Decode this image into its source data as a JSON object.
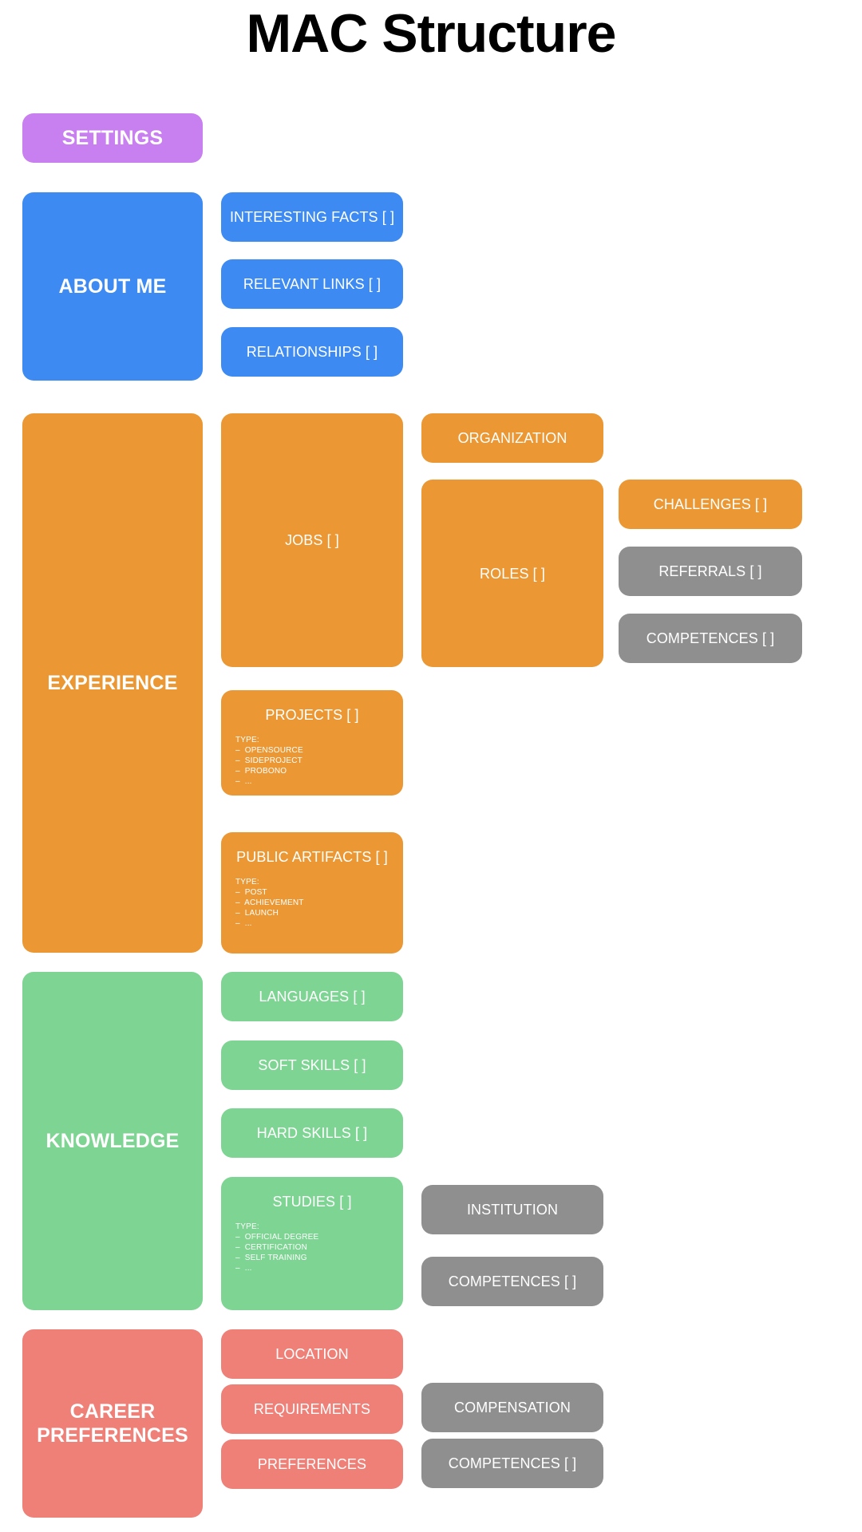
{
  "page": {
    "title": "MAC Structure"
  },
  "colors": {
    "settings": "#c87ff0",
    "about_me": "#3d8bf2",
    "experience": "#eb9834",
    "knowledge": "#7ed493",
    "career_preferences": "#ef8078",
    "secondary": "#8f8f8f",
    "background": "#ffffff",
    "title_text": "#000000",
    "box_text": "#ffffff"
  },
  "sections": {
    "settings": {
      "label": "SETTINGS"
    },
    "about_me": {
      "label": "ABOUT ME",
      "children": [
        {
          "label": "INTERESTING FACTS [ ]"
        },
        {
          "label": "RELEVANT LINKS [ ]"
        },
        {
          "label": "RELATIONSHIPS [ ]"
        }
      ]
    },
    "experience": {
      "label": "EXPERIENCE",
      "jobs": {
        "label": "JOBS [ ]"
      },
      "organization": {
        "label": "ORGANIZATION"
      },
      "roles": {
        "label": "ROLES [ ]"
      },
      "challenges": {
        "label": "CHALLENGES [ ]"
      },
      "referrals": {
        "label": "REFERRALS [ ]"
      },
      "competences": {
        "label": "COMPETENCES [ ]"
      },
      "projects": {
        "label": "PROJECTS [ ]",
        "type_heading": "TYPE:",
        "types": [
          "–  OPENSOURCE",
          "–  SIDEPROJECT",
          "–  PROBONO",
          "–  ..."
        ]
      },
      "public_artifacts": {
        "label": "PUBLIC ARTIFACTS [ ]",
        "type_heading": "TYPE:",
        "types": [
          "–  POST",
          "–  ACHIEVEMENT",
          "–  LAUNCH",
          "–  ..."
        ]
      }
    },
    "knowledge": {
      "label": "KNOWLEDGE",
      "languages": {
        "label": "LANGUAGES [ ]"
      },
      "soft_skills": {
        "label": "SOFT SKILLS [ ]"
      },
      "hard_skills": {
        "label": "HARD SKILLS [ ]"
      },
      "studies": {
        "label": "STUDIES [ ]",
        "type_heading": "TYPE:",
        "types": [
          "–  OFFICIAL DEGREE",
          "–  CERTIFICATION",
          "–  SELF TRAINING",
          "–  ..."
        ]
      },
      "institution": {
        "label": "INSTITUTION"
      },
      "competences": {
        "label": "COMPETENCES [ ]"
      }
    },
    "career_preferences": {
      "label": "CAREER\nPREFERENCES",
      "location": {
        "label": "LOCATION"
      },
      "requirements": {
        "label": "REQUIREMENTS"
      },
      "preferences": {
        "label": "PREFERENCES"
      },
      "compensation": {
        "label": "COMPENSATION"
      },
      "competences": {
        "label": "COMPETENCES [ ]"
      }
    }
  }
}
